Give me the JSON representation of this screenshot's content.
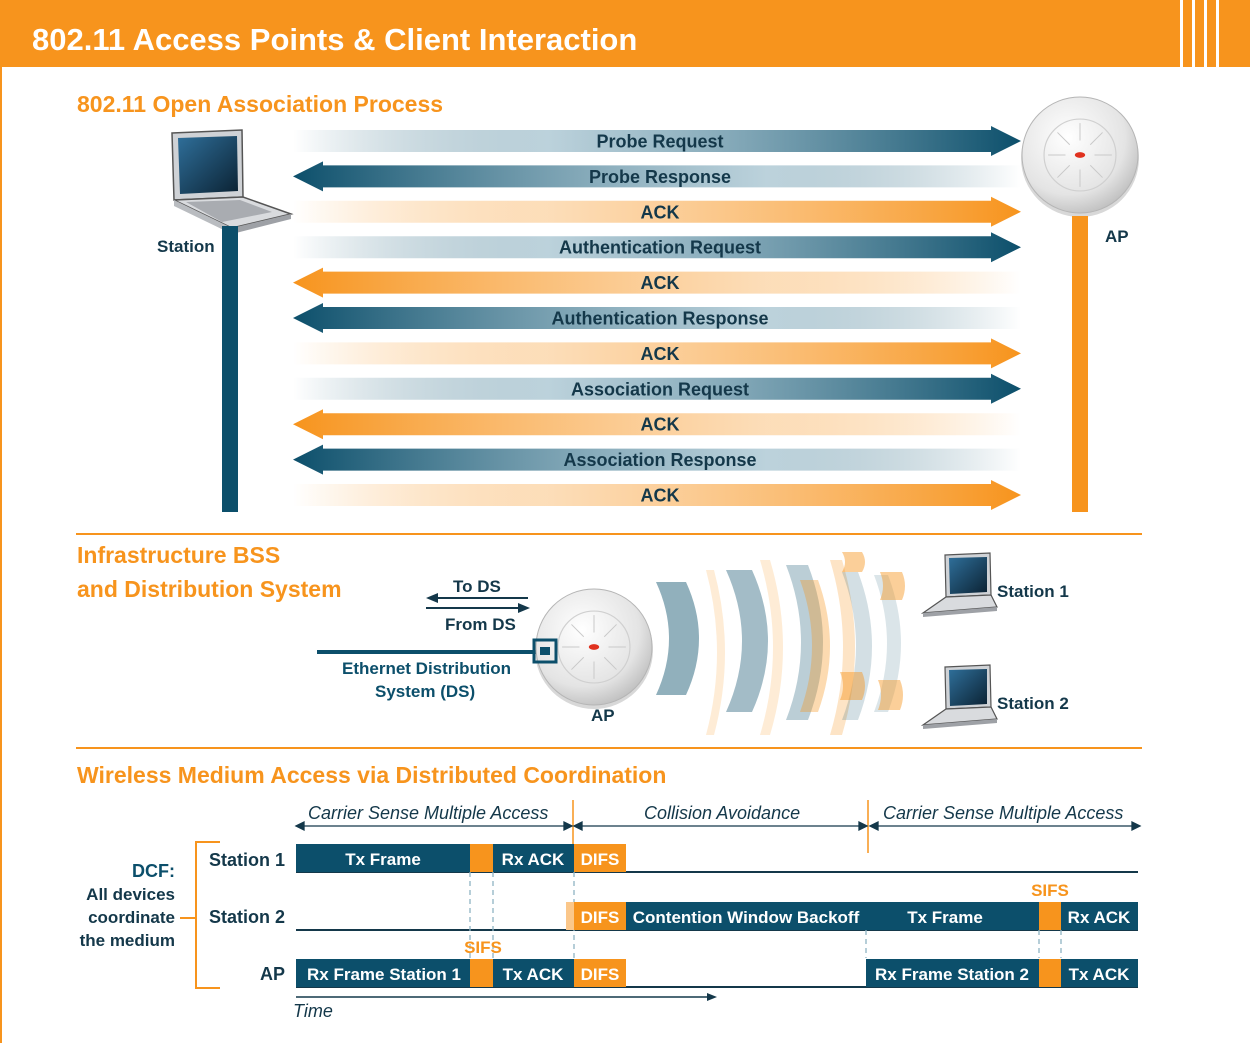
{
  "header": {
    "title": "802.11 Access Points & Client Interaction"
  },
  "colors": {
    "orange": "#f7941d",
    "blue": "#0c4f6b",
    "dark": "#14384a"
  },
  "association": {
    "title": "802.11 Open Association Process",
    "station_label": "Station",
    "ap_label": "AP",
    "messages": [
      {
        "label": "Probe Request",
        "dir": "right",
        "color": "blue"
      },
      {
        "label": "Probe Response",
        "dir": "left",
        "color": "blue"
      },
      {
        "label": "ACK",
        "dir": "right",
        "color": "orange"
      },
      {
        "label": "Authentication Request",
        "dir": "right",
        "color": "blue"
      },
      {
        "label": "ACK",
        "dir": "left",
        "color": "orange"
      },
      {
        "label": "Authentication Response",
        "dir": "left",
        "color": "blue"
      },
      {
        "label": "ACK",
        "dir": "right",
        "color": "orange"
      },
      {
        "label": "Association Request",
        "dir": "right",
        "color": "blue"
      },
      {
        "label": "ACK",
        "dir": "left",
        "color": "orange"
      },
      {
        "label": "Association Response",
        "dir": "left",
        "color": "blue"
      },
      {
        "label": "ACK",
        "dir": "right",
        "color": "orange"
      }
    ]
  },
  "infrastructure": {
    "title_line1": "Infrastructure BSS",
    "title_line2": "and Distribution System",
    "to_ds": "To DS",
    "from_ds": "From DS",
    "ethernet_line1": "Ethernet Distribution",
    "ethernet_line2": "System (DS)",
    "ap_label": "AP",
    "station1": "Station 1",
    "station2": "Station 2"
  },
  "dcf": {
    "title": "Wireless Medium Access via Distributed Coordination",
    "phase_csma_1": "Carrier Sense Multiple Access",
    "phase_ca": "Collision Avoidance",
    "phase_csma_2": "Carrier Sense Multiple Access",
    "dcf_label": "DCF:",
    "dcf_desc1": "All devices",
    "dcf_desc2": "coordinate",
    "dcf_desc3": "the medium",
    "row_station1": "Station 1",
    "row_station2": "Station 2",
    "row_ap": "AP",
    "tx_frame": "Tx Frame",
    "rx_ack": "Rx ACK",
    "difs": "DIFS",
    "contention": "Contention Window Backoff",
    "rx_frame_s1": "Rx Frame Station 1",
    "rx_frame_s2": "Rx Frame Station 2",
    "tx_ack": "Tx ACK",
    "sifs": "SIFS",
    "time": "Time"
  }
}
